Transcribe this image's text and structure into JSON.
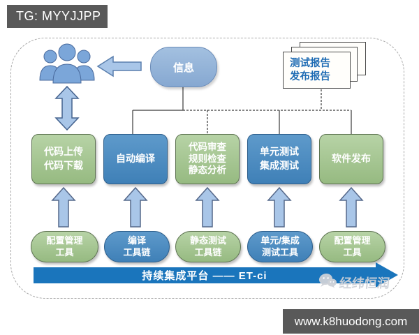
{
  "header": {
    "tag_label": "TG: MYYJJPP"
  },
  "footer": {
    "site_url": "www.k8huodong.com"
  },
  "diagram": {
    "info_box": {
      "label": "信息"
    },
    "reports_stack": {
      "line1": "测试报告",
      "line2": "发布报告"
    },
    "process_row": [
      {
        "lines": [
          "代码上传",
          "代码下载"
        ]
      },
      {
        "lines": [
          "自动编译"
        ]
      },
      {
        "lines": [
          "代码审查",
          "规则检查",
          "静态分析"
        ]
      },
      {
        "lines": [
          "单元测试",
          "集成测试"
        ]
      },
      {
        "lines": [
          "软件发布"
        ]
      }
    ],
    "tool_row": [
      {
        "lines": [
          "配置管理",
          "工具"
        ]
      },
      {
        "lines": [
          "编译",
          "工具链"
        ]
      },
      {
        "lines": [
          "静态测试",
          "工具链"
        ]
      },
      {
        "lines": [
          "单元/集成",
          "测试工具"
        ]
      },
      {
        "lines": [
          "配置管理",
          "工具"
        ]
      }
    ],
    "platform_arrow": {
      "label": "持续集成平台 —— ET-ci"
    },
    "watermark": {
      "brand": "经纬恒润"
    }
  },
  "colors": {
    "header_footer_bg": "#595959",
    "green_box": "#a6c793",
    "blue_box": "#4c8cc0",
    "light_blue_arrow": "#a9c6e8",
    "platform_arrow_blue": "#1a75bc",
    "info_box_blue": "#90b2d9",
    "report_text_blue": "#1f6cb4"
  }
}
